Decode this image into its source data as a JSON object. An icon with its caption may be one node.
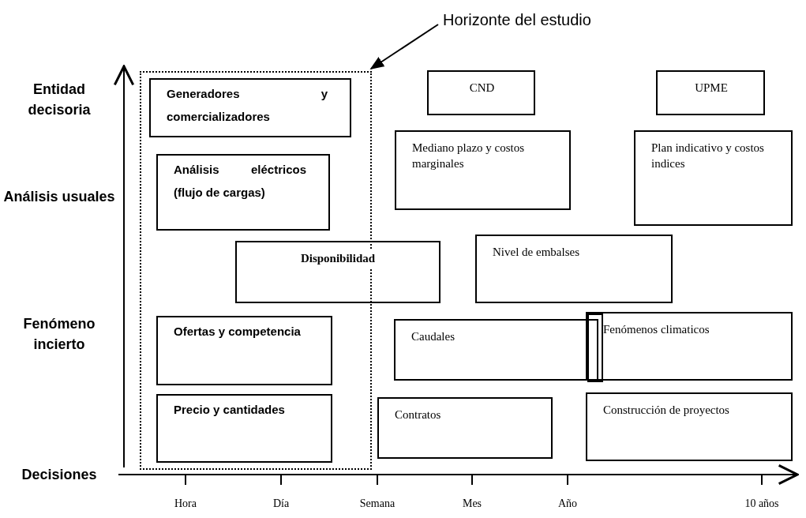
{
  "diagram": {
    "nodes": [
      {
        "text": [
          "Horizonte del estudio"
        ]
      },
      {
        "text": [],
        "shape": "box"
      },
      {
        "text": [
          "Generadores y comercializadores"
        ],
        "in": 1
      },
      {
        "text": [
          "CND"
        ]
      },
      {
        "text": [
          "UPME"
        ]
      },
      {
        "text": [
          "Análisis eléctricos (flujo de cargas)"
        ],
        "in": 1
      },
      {
        "text": [
          "Mediano plazo y costos marginales"
        ]
      },
      {
        "text": [
          "Plan indicativo y costos indices"
        ]
      },
      {
        "text": [
          "Disponibilidad"
        ]
      },
      {
        "text": [
          "Nivel de embalses"
        ]
      },
      {
        "text": [
          "Ofertas y competencia"
        ],
        "in": 1
      },
      {
        "text": [
          "Caudales"
        ]
      },
      {
        "text": [],
        "shape": "box",
        "in": 13
      },
      {
        "text": [
          "Fenómenos climaticos"
        ]
      },
      {
        "text": [
          "Precio y cantidades"
        ],
        "in": 1
      },
      {
        "text": [
          "Contratos"
        ]
      },
      {
        "text": [
          "Construcción de proyectos"
        ]
      }
    ],
    "edges": [
      {
        "from": 0,
        "to": 1,
        "arrow": "to"
      }
    ],
    "labels": [
      "Entidad decisoria",
      "Análisis usuales",
      "Fenómeno incierto",
      "Decisiones",
      "Hora",
      "Día",
      "Semana",
      "Mes",
      "Año",
      "10 años"
    ]
  }
}
